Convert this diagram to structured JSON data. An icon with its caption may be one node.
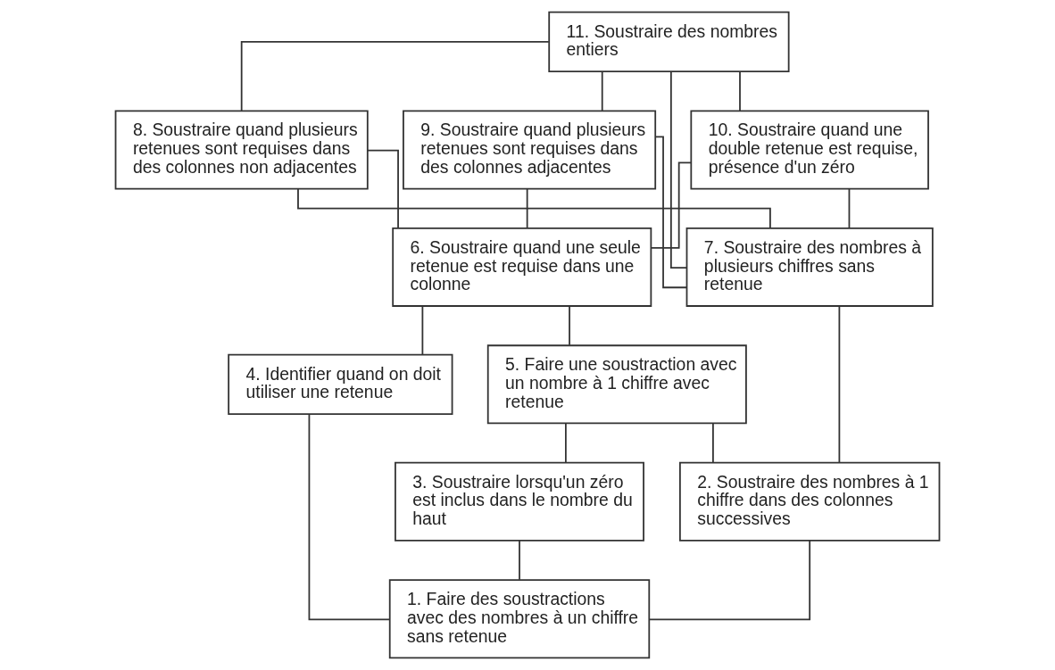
{
  "diagram": {
    "nodes": [
      {
        "text": [
          "11. Soustraire des nombres entiers"
        ]
      },
      {
        "text": [
          "8. Soustraire quand plusieurs retenues sont requises dans des colonnes non adjacentes"
        ]
      },
      {
        "text": [
          "9. Soustraire quand plusieurs retenues sont requises dans des colonnes adjacentes"
        ]
      },
      {
        "text": [
          "10. Soustraire quand une double retenue est requise, présence d'un zéro"
        ]
      },
      {
        "text": [
          "7. Soustraire des nombres à plusieurs chiffres sans retenue"
        ]
      },
      {
        "text": [
          "6. Soustraire quand une seule retenue est requise dans une colonne"
        ]
      },
      {
        "text": [
          "5. Faire une soustraction avec un nombre à 1 chiffre avec retenue"
        ]
      },
      {
        "text": [
          "4. Identifier quand on doit utiliser une retenue"
        ]
      },
      {
        "text": [
          "2. Soustraire des nombres à 1 chiffre dans des colonnes successives"
        ]
      },
      {
        "text": [
          "3. Soustraire lorsqu'un zéro est inclus dans le nombre du haut"
        ]
      },
      {
        "text": [
          "1. Faire des soustractions avec des nombres à un chiffre sans retenue"
        ]
      }
    ],
    "edges": [
      {
        "from": 0,
        "to": 1,
        "arrow": "none"
      },
      {
        "from": 0,
        "to": 2,
        "arrow": "none"
      },
      {
        "from": 0,
        "to": 3,
        "arrow": "none"
      },
      {
        "from": 0,
        "to": 4,
        "arrow": "none"
      },
      {
        "from": 1,
        "to": 4,
        "arrow": "none"
      },
      {
        "from": 1,
        "to": 5,
        "arrow": "none"
      },
      {
        "from": 2,
        "to": 4,
        "arrow": "none"
      },
      {
        "from": 2,
        "to": 5,
        "arrow": "none"
      },
      {
        "from": 3,
        "to": 4,
        "arrow": "none"
      },
      {
        "from": 3,
        "to": 5,
        "arrow": "none"
      },
      {
        "from": 4,
        "to": 8,
        "arrow": "none"
      },
      {
        "from": 5,
        "to": 6,
        "arrow": "none"
      },
      {
        "from": 5,
        "to": 7,
        "arrow": "none"
      },
      {
        "from": 6,
        "to": 8,
        "arrow": "none"
      },
      {
        "from": 6,
        "to": 9,
        "arrow": "none"
      },
      {
        "from": 8,
        "to": 10,
        "arrow": "none"
      },
      {
        "from": 9,
        "to": 10,
        "arrow": "none"
      },
      {
        "from": 7,
        "to": 10,
        "arrow": "none"
      }
    ]
  }
}
